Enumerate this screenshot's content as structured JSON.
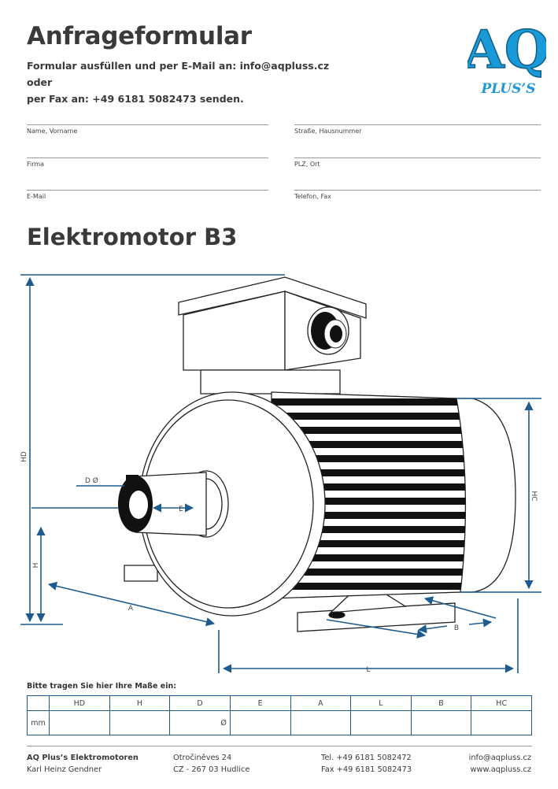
{
  "header": {
    "title": "Anfrageformular",
    "intro_line1": "Formular ausfüllen und per E-Mail an: info@aqpluss.cz oder",
    "intro_line2": "per Fax an: +49 6181 5082473 senden."
  },
  "logo": {
    "letters": "AQ",
    "subtitle": "PLUS’S"
  },
  "form_fields": [
    {
      "label": "Name, Vorname"
    },
    {
      "label": "Straße, Hausnummer"
    },
    {
      "label": "Firma"
    },
    {
      "label": "PLZ, Ort"
    },
    {
      "label": "E-Mail"
    },
    {
      "label": "Telefon, Fax"
    }
  ],
  "section_title": "Elektromotor B3",
  "diagram_labels": {
    "HD": "HD",
    "H": "H",
    "D": "D Ø",
    "E": "E",
    "A": "A",
    "B": "B",
    "L": "L",
    "HC": "HC"
  },
  "colors": {
    "dimension_blue": "#1d5b8e",
    "logo_blue": "#1a9ad6",
    "text": "#3a3a3a"
  },
  "table": {
    "caption": "Bitte tragen Sie hier  Ihre Maße ein:",
    "headers": [
      "HD",
      "H",
      "D",
      "E",
      "A",
      "L",
      "B",
      "HC"
    ],
    "row_label": "mm",
    "d_symbol": "Ø"
  },
  "footer": {
    "company": "AQ Plus’s Elektromotoren",
    "person": "Karl Heinz Gendner",
    "street": "Otročiněves 24",
    "city": "CZ - 267 03 Hudlice",
    "tel": "Tel. +49 6181 5082472",
    "fax": "Fax +49 6181 5082473",
    "email": "info@aqpluss.cz",
    "web": "www.aqpluss.cz"
  }
}
